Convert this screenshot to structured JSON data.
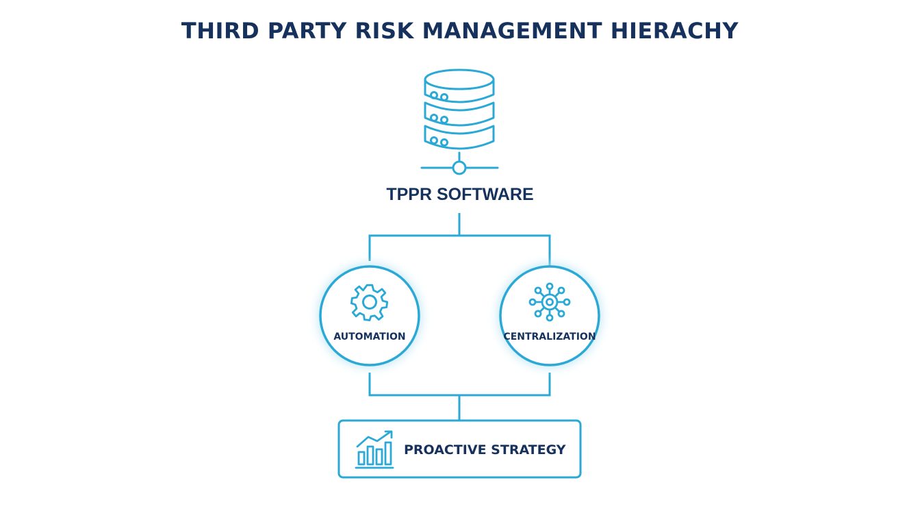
{
  "title": "THIRD PARTY RISK MANAGEMENT HIERACHY",
  "colors": {
    "accent": "#2aa9d6",
    "text": "#16325c",
    "glow": "#bfe6f5",
    "background": "#ffffff"
  },
  "nodes": {
    "root": {
      "label": "TPPR SOFTWARE",
      "icon": "database-server-icon"
    },
    "automation": {
      "label": "AUTOMATION",
      "icon": "gear-icon"
    },
    "centralization": {
      "label": "CENTRALIZATION",
      "icon": "network-hub-icon"
    },
    "strategy": {
      "label": "PROACTIVE STRATEGY",
      "icon": "growth-chart-icon"
    }
  }
}
